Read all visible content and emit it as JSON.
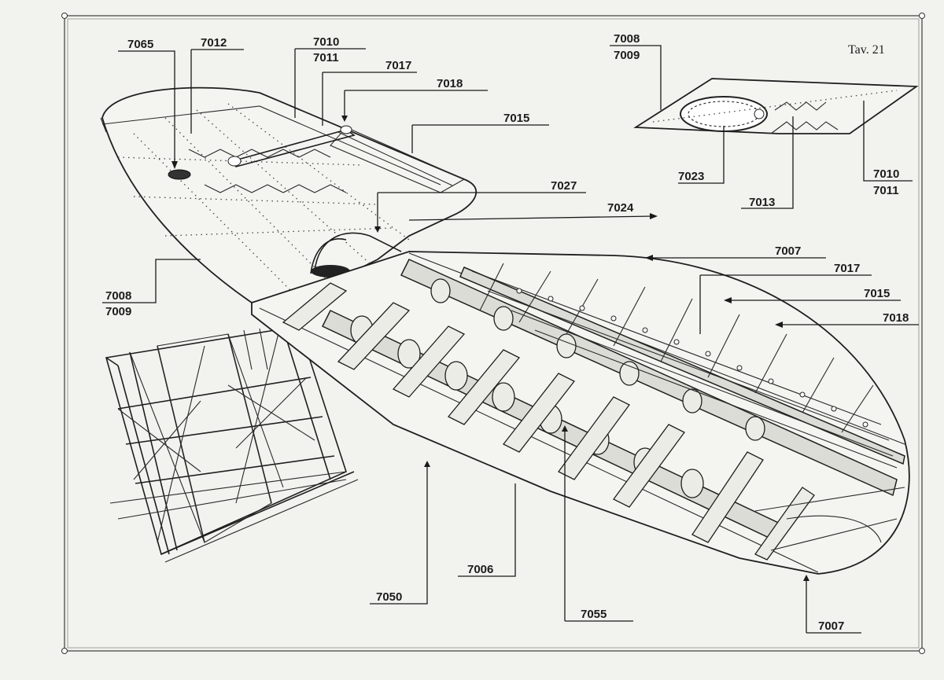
{
  "plate": {
    "label": "Tav. 21"
  },
  "callouts": [
    {
      "id": "c7065",
      "text": "7065"
    },
    {
      "id": "c7012",
      "text": "7012"
    },
    {
      "id": "c7010a",
      "text": "7010"
    },
    {
      "id": "c7011a",
      "text": "7011"
    },
    {
      "id": "c7017a",
      "text": "7017"
    },
    {
      "id": "c7018a",
      "text": "7018"
    },
    {
      "id": "c7015a",
      "text": "7015"
    },
    {
      "id": "c7008a",
      "text": "7008"
    },
    {
      "id": "c7009a",
      "text": "7009"
    },
    {
      "id": "c7023",
      "text": "7023"
    },
    {
      "id": "c7013",
      "text": "7013"
    },
    {
      "id": "c7010b",
      "text": "7010"
    },
    {
      "id": "c7011b",
      "text": "7011"
    },
    {
      "id": "c7027",
      "text": "7027"
    },
    {
      "id": "c7024",
      "text": "7024"
    },
    {
      "id": "c7007a",
      "text": "7007"
    },
    {
      "id": "c7017b",
      "text": "7017"
    },
    {
      "id": "c7015b",
      "text": "7015"
    },
    {
      "id": "c7018b",
      "text": "7018"
    },
    {
      "id": "c7008b",
      "text": "7008"
    },
    {
      "id": "c7009b",
      "text": "7009"
    },
    {
      "id": "c7006",
      "text": "7006"
    },
    {
      "id": "c7050",
      "text": "7050"
    },
    {
      "id": "c7055",
      "text": "7055"
    },
    {
      "id": "c7007b",
      "text": "7007"
    }
  ]
}
